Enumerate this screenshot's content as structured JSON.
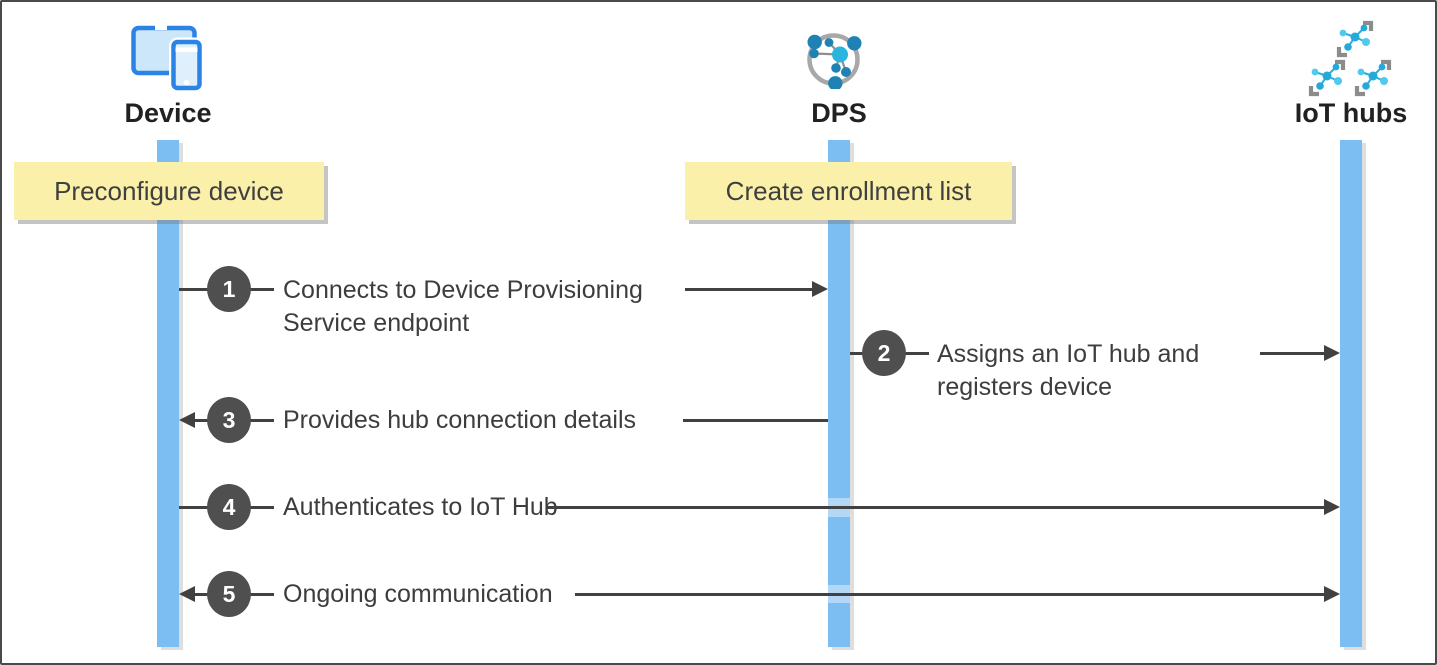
{
  "diagram": {
    "actors": [
      {
        "id": "device",
        "label": "Device",
        "icon": "device-icon"
      },
      {
        "id": "dps",
        "label": "DPS",
        "icon": "dps-icon"
      },
      {
        "id": "iot-hubs",
        "label": "IoT hubs",
        "icon": "iot-hubs-icon"
      }
    ],
    "notes": [
      {
        "actor": "device",
        "label": "Preconfigure device"
      },
      {
        "actor": "dps",
        "label": "Create enrollment list"
      }
    ],
    "steps": [
      {
        "number": "1",
        "line1": "Connects to Device Provisioning",
        "line2": "Service endpoint",
        "from": "Device",
        "to": "DPS",
        "arrow": "right"
      },
      {
        "number": "2",
        "line1": "Assigns an IoT hub and",
        "line2": "registers device",
        "from": "DPS",
        "to": "IoT hubs",
        "arrow": "right"
      },
      {
        "number": "3",
        "line1": "Provides hub connection details",
        "from": "DPS",
        "to": "Device",
        "arrow": "left"
      },
      {
        "number": "4",
        "line1": "Authenticates to IoT Hub",
        "from": "Device",
        "to": "IoT hubs",
        "arrow": "right"
      },
      {
        "number": "5",
        "line1": "Ongoing communication",
        "from": "Device",
        "to": "IoT hubs",
        "arrow": "both"
      }
    ],
    "colors": {
      "lifeline": "#7cbef2",
      "lifeline_highlight": "#b3d8f7",
      "note_bg": "#faf0aa",
      "note_text": "#3f3f3f",
      "message_line": "#414141",
      "step_badge": "#4f4f4f",
      "actor_text": "#212121",
      "icon_blue": "#2b83e6",
      "icon_cyan": "#2ab4de",
      "icon_teal_blue": "#1f82b4",
      "icon_gray": "#a8a8a8"
    }
  }
}
